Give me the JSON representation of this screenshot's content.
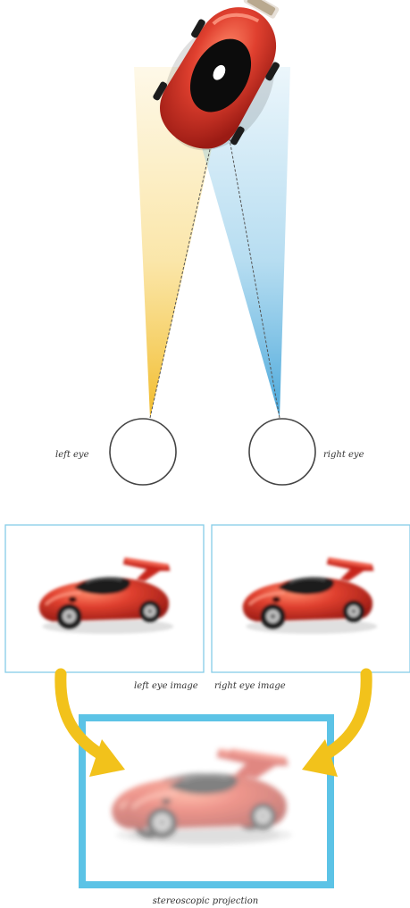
{
  "labels": {
    "left_eye": "left eye",
    "right_eye": "right eye",
    "left_eye_image": "left eye image",
    "right_eye_image": "right eye image",
    "projection": "stereoscopic projection"
  },
  "colors": {
    "left_cone": "#f5c842",
    "right_cone": "#5fb4e0",
    "frame_border": "#5cc3e6",
    "arrow": "#f2c21b",
    "car_body": "#d8332a"
  },
  "icons": {
    "eye": "circle",
    "car": "toy-car",
    "arrow": "curved-arrow"
  }
}
